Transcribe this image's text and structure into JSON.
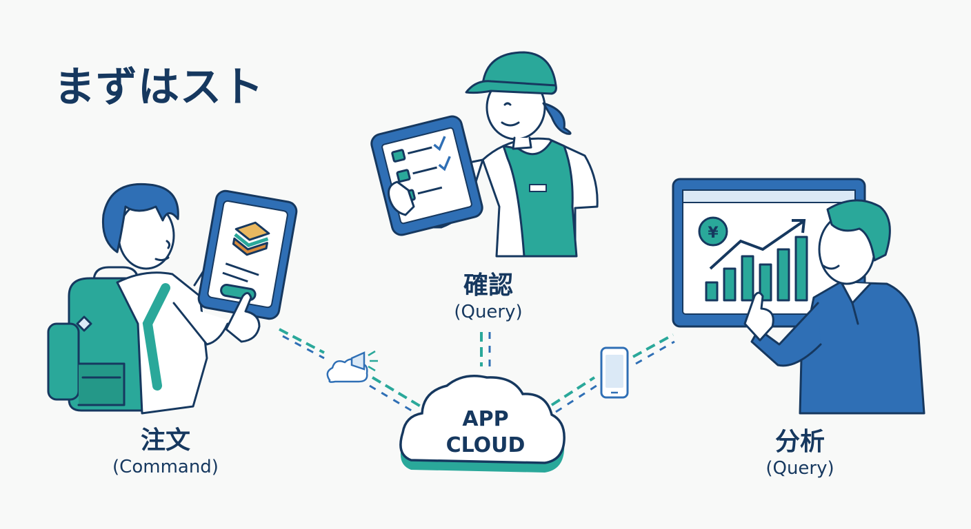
{
  "title": "まずはスト",
  "nodes": {
    "command": {
      "label": "注文",
      "sub": "(Command)"
    },
    "confirm": {
      "label": "確認",
      "sub": "(Query)"
    },
    "analysis": {
      "label": "分析",
      "sub": "(Query)"
    }
  },
  "cloud": {
    "line1": "APP",
    "line2": "CLOUD"
  },
  "icons": [
    "backpack-icon",
    "sandwich-icon",
    "checklist-icon",
    "cloud-megaphone-icon",
    "smartphone-icon",
    "yen-icon",
    "growth-chart-icon"
  ],
  "colors": {
    "navy": "#16385f",
    "blue": "#2f6fb5",
    "teal": "#2aa89a",
    "light_blue": "#dbe9f6"
  }
}
